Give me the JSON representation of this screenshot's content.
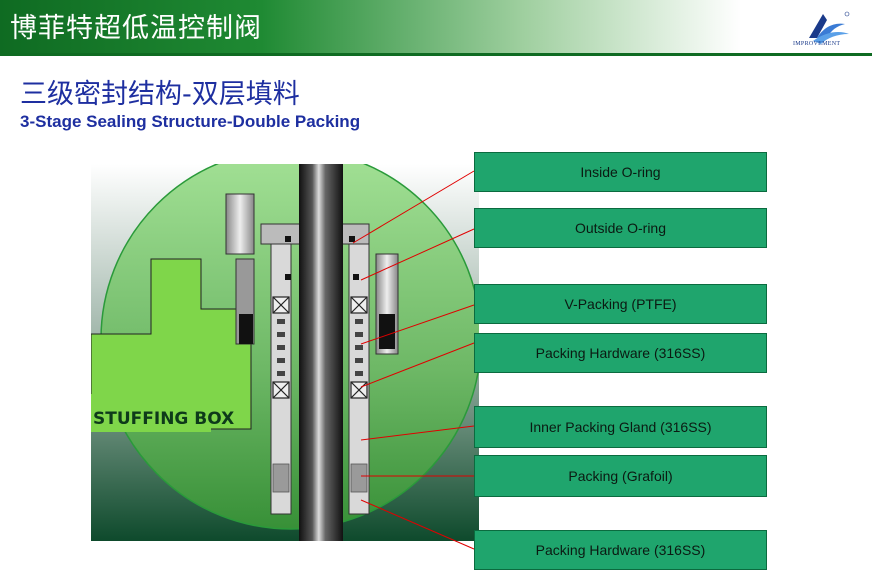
{
  "header": {
    "title": "博菲特超低温控制阀",
    "logo_text": "IMPROVEMENT"
  },
  "title_cn": "三级密封结构-双层填料",
  "title_en": "3-Stage Sealing Structure-Double Packing",
  "diagram_label": "STUFFING BOX",
  "callouts": [
    "Inside O-ring",
    "Outside O-ring",
    "V-Packing (PTFE)",
    "Packing Hardware (316SS)",
    "Inner Packing Gland (316SS)",
    "Packing (Grafoil)",
    "Packing Hardware (316SS)"
  ],
  "colors": {
    "header_green": "#0f6b22",
    "title_blue": "#1e2fa0",
    "callout_green": "#1fa56d",
    "leader_red": "#e00000"
  }
}
